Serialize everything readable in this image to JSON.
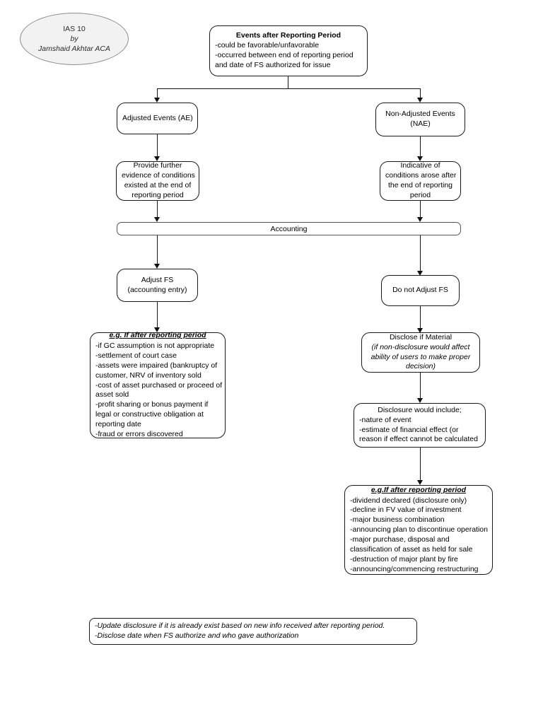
{
  "diagram": {
    "title_ellipse": {
      "line1": "IAS 10",
      "line2": "by",
      "line3": "Jamshaid Akhtar ACA"
    },
    "root": {
      "title": "Events after Reporting Period",
      "lines": [
        "-could be favorable/unfavorable",
        "-occurred between end of reporting period",
        "and date of FS authorized for issue"
      ]
    },
    "branch_left": {
      "node": {
        "lines": [
          "Adjusted Events (AE)"
        ]
      },
      "detail": {
        "lines": [
          "Provide further",
          "evidence of conditions",
          "existed at the end of",
          "reporting period"
        ]
      },
      "action": {
        "lines": [
          "Adjust FS",
          "(accounting entry)"
        ]
      },
      "examples": {
        "title": "e.g. If after reporting period",
        "lines": [
          "-if GC assumption is not appropriate",
          "-settlement of court case",
          "-assets were impaired (bankruptcy of",
          "customer, NRV of inventory sold",
          "-cost of asset purchased or proceed of",
          "asset sold",
          "-profit sharing or bonus payment if",
          "legal or constructive obligation at",
          "reporting date",
          "-fraud or errors discovered"
        ]
      }
    },
    "branch_right": {
      "node": {
        "lines": [
          "Non-Adjusted Events",
          "(NAE)"
        ]
      },
      "detail": {
        "lines": [
          "Indicative of",
          "conditions arose after",
          "the end of reporting",
          "period"
        ]
      },
      "action": {
        "lines": [
          "Do not Adjust FS"
        ]
      },
      "materiality": {
        "title": "Disclose if Material",
        "lines": [
          "(if non-disclosure would affect",
          "ability of users to make proper",
          "decision)"
        ]
      },
      "disclosure": {
        "title": "Disclosure would include;",
        "lines": [
          "-nature of event",
          "-estimate of financial effect (or",
          "reason if effect cannot be calculated"
        ]
      },
      "examples": {
        "title": "e.g.If after reporting period",
        "lines": [
          "-dividend declared (disclosure only)",
          "-decline in FV value of investment",
          "-major business combination",
          "-announcing plan to discontinue operation",
          "-major purchase, disposal and",
          "classification of asset as held for sale",
          "-destruction of major plant by fire",
          "-announcing/commencing restructuring"
        ]
      }
    },
    "accounting_bar": {
      "label": "Accounting"
    },
    "footer": {
      "lines": [
        "-Update disclosure if it is already exist based on new info received after reporting period.",
        "-Disclose date when FS authorize and who gave authorization"
      ]
    }
  }
}
